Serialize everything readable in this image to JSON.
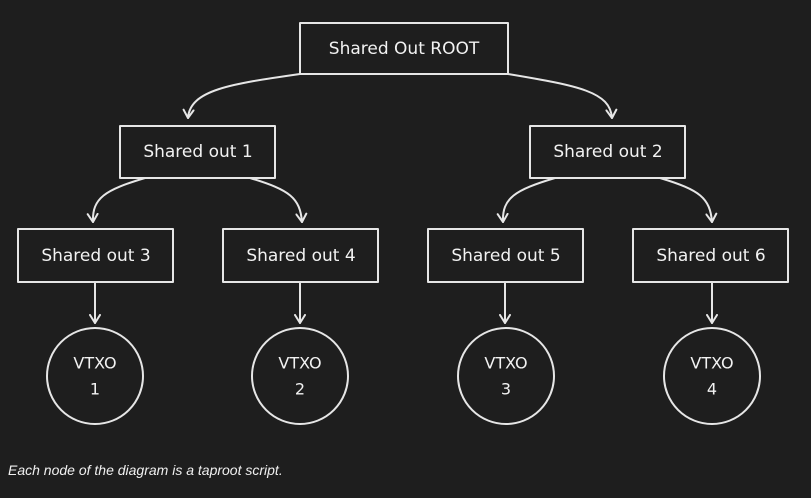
{
  "nodes": {
    "root": "Shared Out ROOT",
    "out1": "Shared out 1",
    "out2": "Shared out 2",
    "out3": "Shared out 3",
    "out4": "Shared out 4",
    "out5": "Shared out 5",
    "out6": "Shared out 6"
  },
  "leaves": [
    {
      "title": "VTXO",
      "number": "1"
    },
    {
      "title": "VTXO",
      "number": "2"
    },
    {
      "title": "VTXO",
      "number": "3"
    },
    {
      "title": "VTXO",
      "number": "4"
    }
  ],
  "caption": "Each node of the diagram is a taproot script.",
  "colors": {
    "background": "#1e1e1e",
    "stroke": "#e6e6e6",
    "text": "#f2f2f2"
  }
}
